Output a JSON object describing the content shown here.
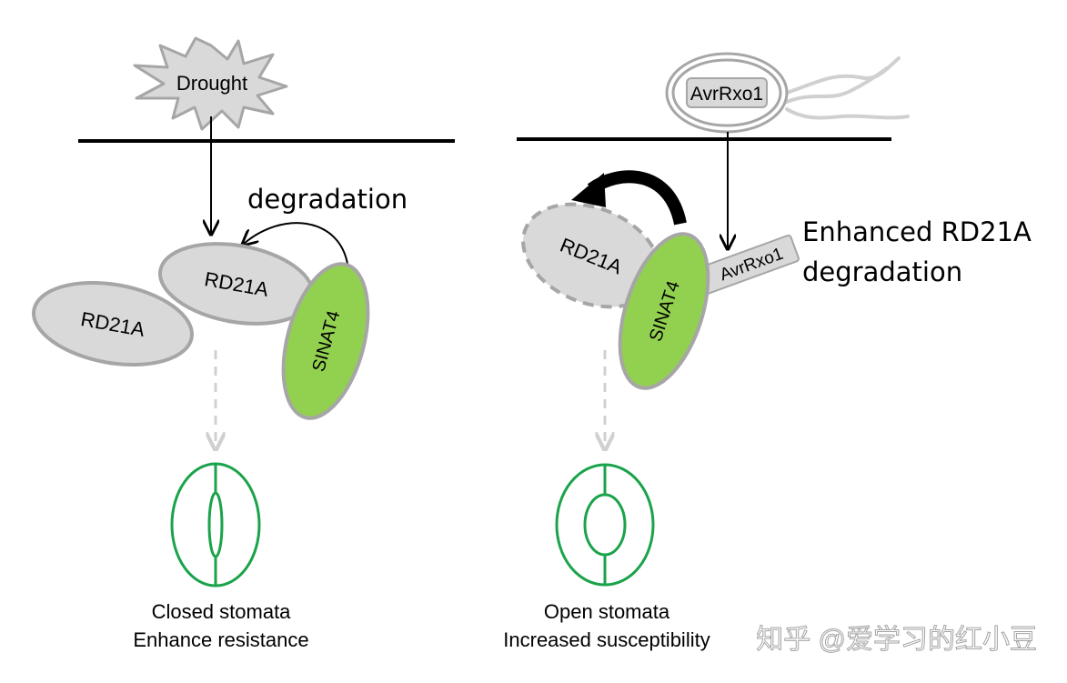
{
  "left_panel": {
    "stimulus": "Drought",
    "degradation_label": "degradation",
    "protein_rd21a": "RD21A",
    "protein_sinat4": "SINAT4",
    "outcome_line1": "Closed stomata",
    "outcome_line2": "Enhance resistance"
  },
  "right_panel": {
    "effector": "AvrRxo1",
    "effector_bound": "AvrRxo1",
    "protein_rd21a": "RD21A",
    "protein_sinat4": "SINAT4",
    "enhanced_line1": "Enhanced RD21A",
    "enhanced_line2": "degradation",
    "outcome_line1": "Open stomata",
    "outcome_line2": "Increased susceptibility"
  },
  "watermark": "知乎 @爱学习的红小豆",
  "colors": {
    "protein_fill": "#d9d9d9",
    "protein_stroke": "#a6a6a6",
    "sinat4_fill": "#92d050",
    "stomata_stroke": "#1aa34a",
    "dashed_arrow": "#d0d0d0",
    "membrane": "#000000"
  }
}
